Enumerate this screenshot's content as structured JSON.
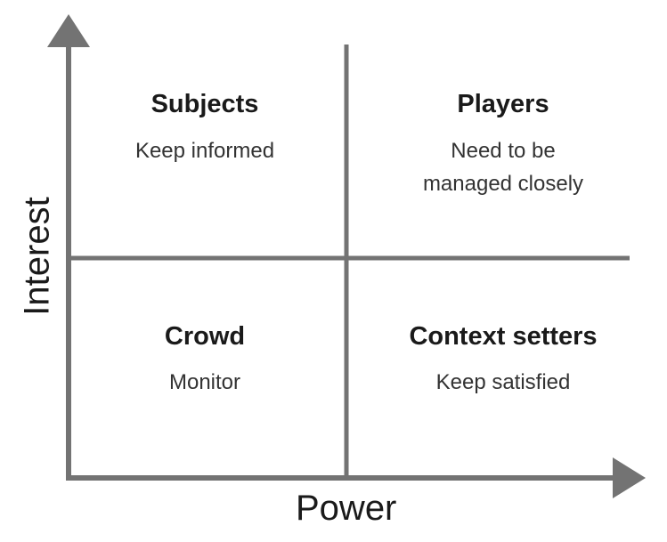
{
  "axes": {
    "x_label": "Power",
    "y_label": "Interest"
  },
  "quadrants": [
    {
      "id": "top-left",
      "title": "Subjects",
      "description_lines": [
        "Keep informed"
      ]
    },
    {
      "id": "top-right",
      "title": "Players",
      "description_lines": [
        "Need to be",
        "managed closely"
      ]
    },
    {
      "id": "bottom-left",
      "title": "Crowd",
      "description_lines": [
        "Monitor"
      ]
    },
    {
      "id": "bottom-right",
      "title": "Context setters",
      "description_lines": [
        "Keep satisfied"
      ]
    }
  ],
  "colors": {
    "axis": "#737373",
    "divider": "#737373",
    "text": "#1a1a1a"
  }
}
